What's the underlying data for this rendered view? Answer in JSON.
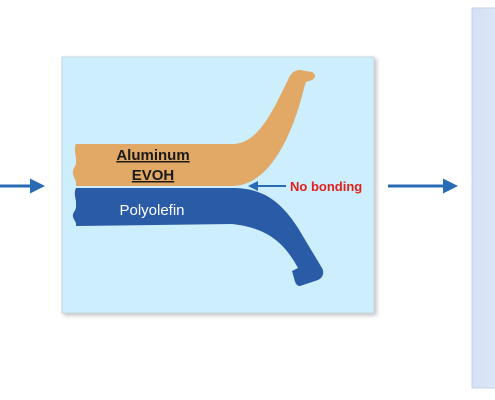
{
  "layers": {
    "top_line1": "Aluminum",
    "top_line2": "EVOH",
    "bottom": "Polyolefin"
  },
  "annotation": {
    "text": "No bonding"
  },
  "colors": {
    "panel_bg": "#cdeefc",
    "panel_border": "#c7d7df",
    "aluminum_layer": "#e1a866",
    "polyolefin_layer": "#2a5ba7",
    "arrow": "#2a6bb5",
    "annotation_text": "#e0201c",
    "right_panel_bg": "#d8e3f6"
  }
}
